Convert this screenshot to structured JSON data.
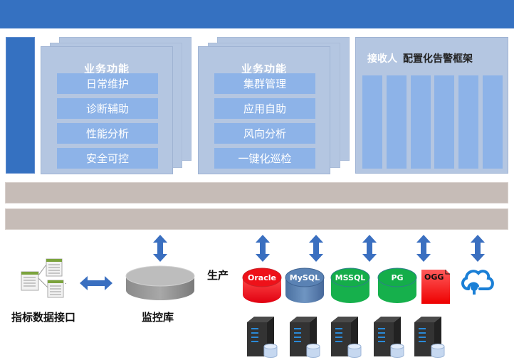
{
  "header": {
    "title": ""
  },
  "panels": [
    {
      "title": "业务功能",
      "items": [
        "日常维护",
        "诊断辅助",
        "性能分析",
        "安全可控"
      ]
    },
    {
      "title": "业务功能",
      "items": [
        "集群管理",
        "应用自助",
        "风向分析",
        "一键化巡检"
      ]
    }
  ],
  "alert_panel": {
    "title_receiver": "接收人",
    "title_framework": "配置化告警框架",
    "column_count": 6
  },
  "bottom": {
    "metrics_interface_label": "指标数据接口",
    "monitor_db_label": "监控库",
    "production_label": "生产",
    "targets": [
      {
        "name": "Oracle",
        "type": "database",
        "color": "#e8141b"
      },
      {
        "name": "MySQL",
        "type": "database",
        "color": "#4f79a8"
      },
      {
        "name": "MSSQL",
        "type": "database",
        "color": "#14ad4a"
      },
      {
        "name": "PG",
        "type": "database",
        "color": "#14ad4a"
      },
      {
        "name": "OGG",
        "type": "document",
        "color": "#ef1b1b"
      },
      {
        "name": "cloud-sync",
        "type": "cloud",
        "color": "#1a7fd6"
      }
    ],
    "server_count": 5
  },
  "colors": {
    "primary_blue": "#3571c1",
    "panel_bg": "#b4c6e1",
    "item_bg": "#8db3e8",
    "band_gray": "#c6bcb7",
    "arrow_blue": "#3a6fc0"
  }
}
